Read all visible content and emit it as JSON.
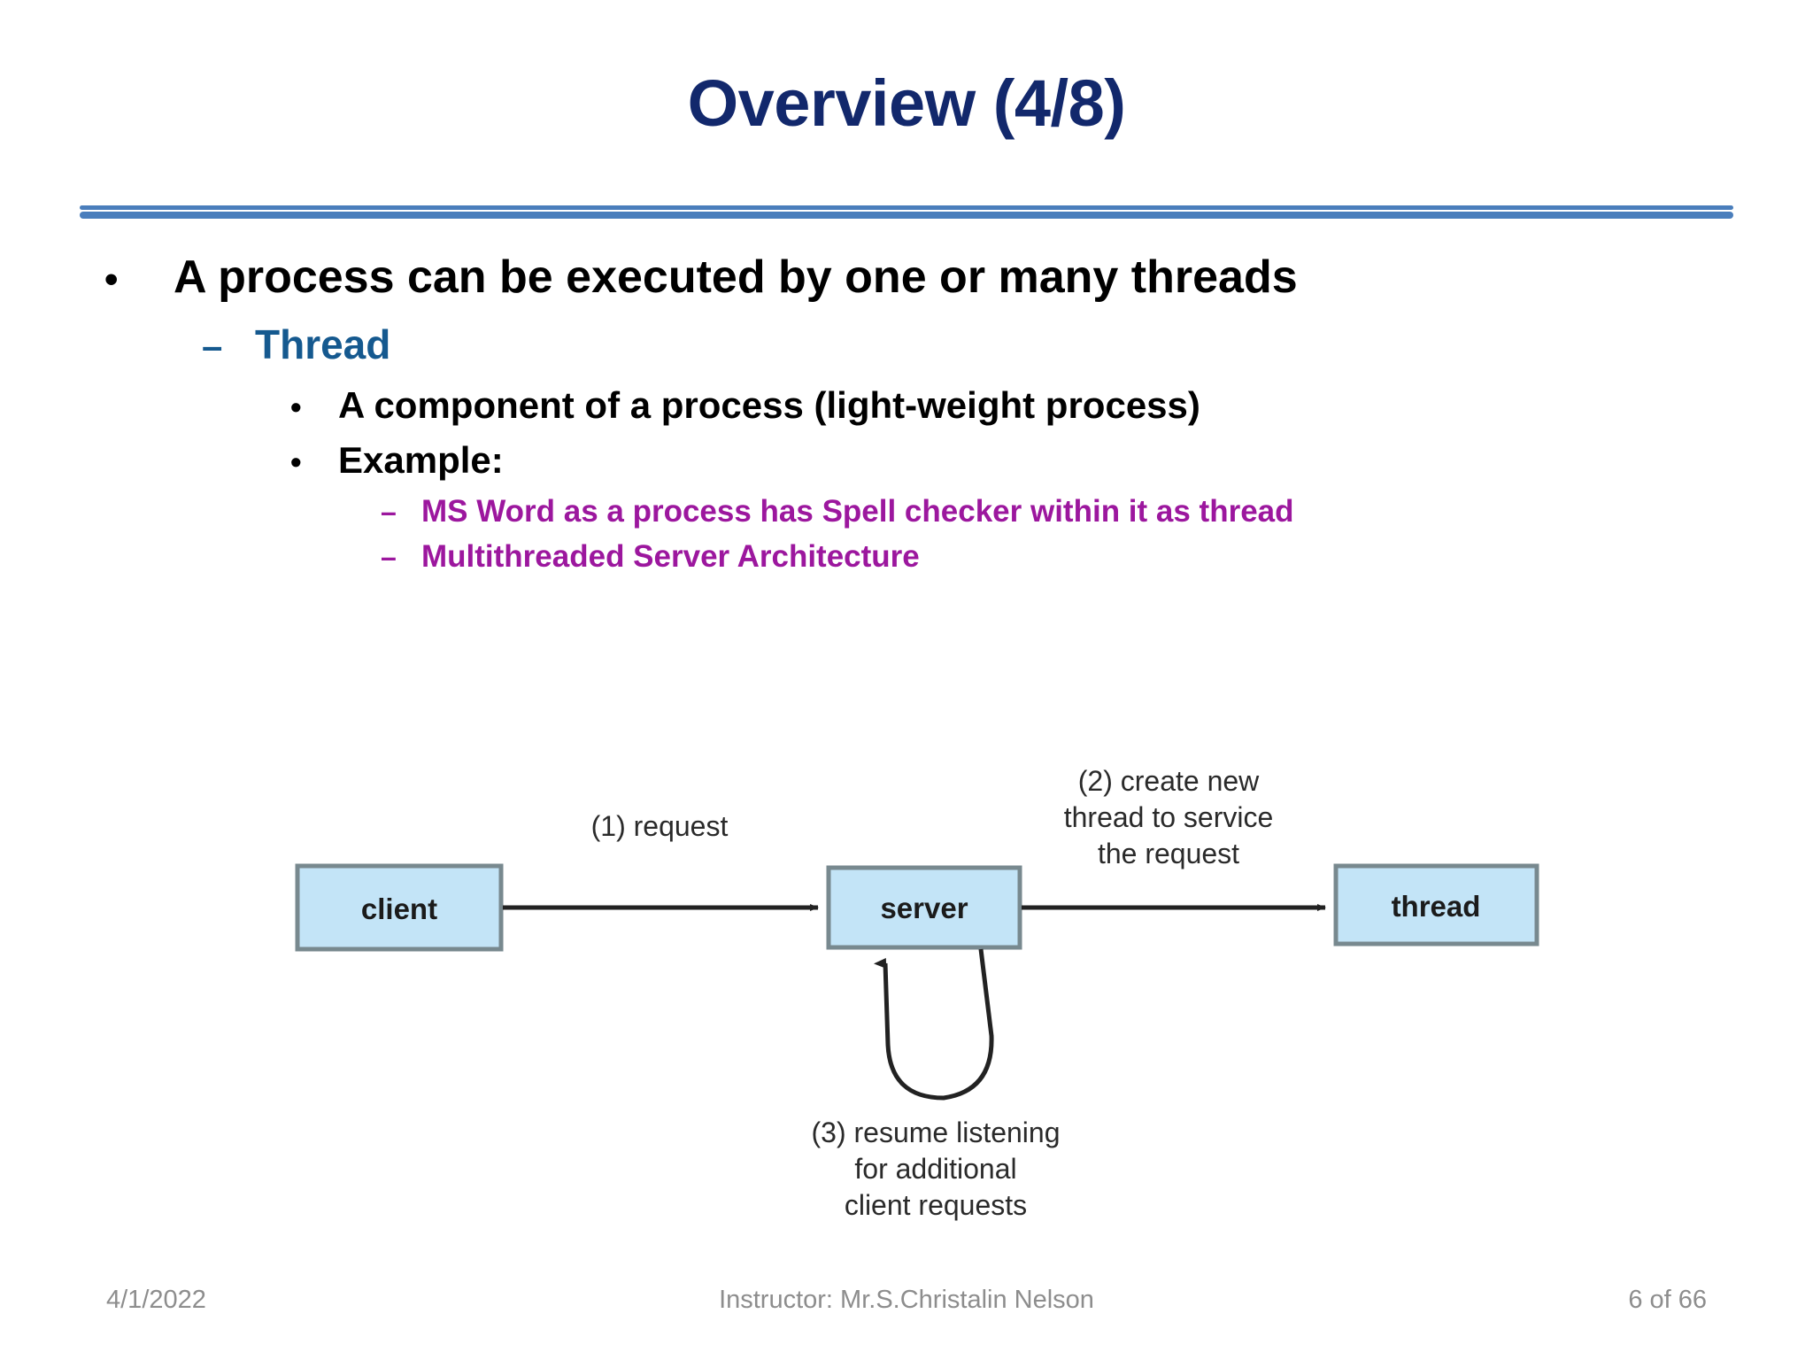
{
  "slide": {
    "title": "Overview (4/8)",
    "title_color": "#12286c",
    "divider_color": "#4a7ebc"
  },
  "bullets": [
    {
      "level": 1,
      "marker": "•",
      "text": "A process can be executed by one or many threads",
      "color": "#000000"
    },
    {
      "level": 2,
      "marker": "–",
      "text": "Thread",
      "color": "#15598f"
    },
    {
      "level": 3,
      "marker": "•",
      "text": "A component of a process (light-weight process)",
      "color": "#000000"
    },
    {
      "level": 3,
      "marker": "•",
      "text": "Example:",
      "color": "#000000"
    },
    {
      "level": 4,
      "marker": "–",
      "text": "MS Word as a process has Spell checker within it as thread",
      "color": "#9c179e"
    },
    {
      "level": 4,
      "marker": "–",
      "text": "Multithreaded Server Architecture",
      "color": "#9c179e"
    }
  ],
  "diagram": {
    "title": "multithreaded-server-architecture",
    "box_fill": "#c3e4f7",
    "box_stroke": "#78898f",
    "arrow_color": "#222222",
    "nodes": [
      {
        "id": "client",
        "label": "client"
      },
      {
        "id": "server",
        "label": "server"
      },
      {
        "id": "thread",
        "label": "thread"
      }
    ],
    "edge_labels": {
      "request": "(1) request",
      "create_line1": "(2) create new",
      "create_line2": "thread to service",
      "create_line3": "the request",
      "resume_line1": "(3) resume listening",
      "resume_line2": "for additional",
      "resume_line3": "client requests"
    }
  },
  "footer": {
    "date": "4/1/2022",
    "instructor": "Instructor: Mr.S.Christalin Nelson",
    "page": "6 of 66"
  }
}
